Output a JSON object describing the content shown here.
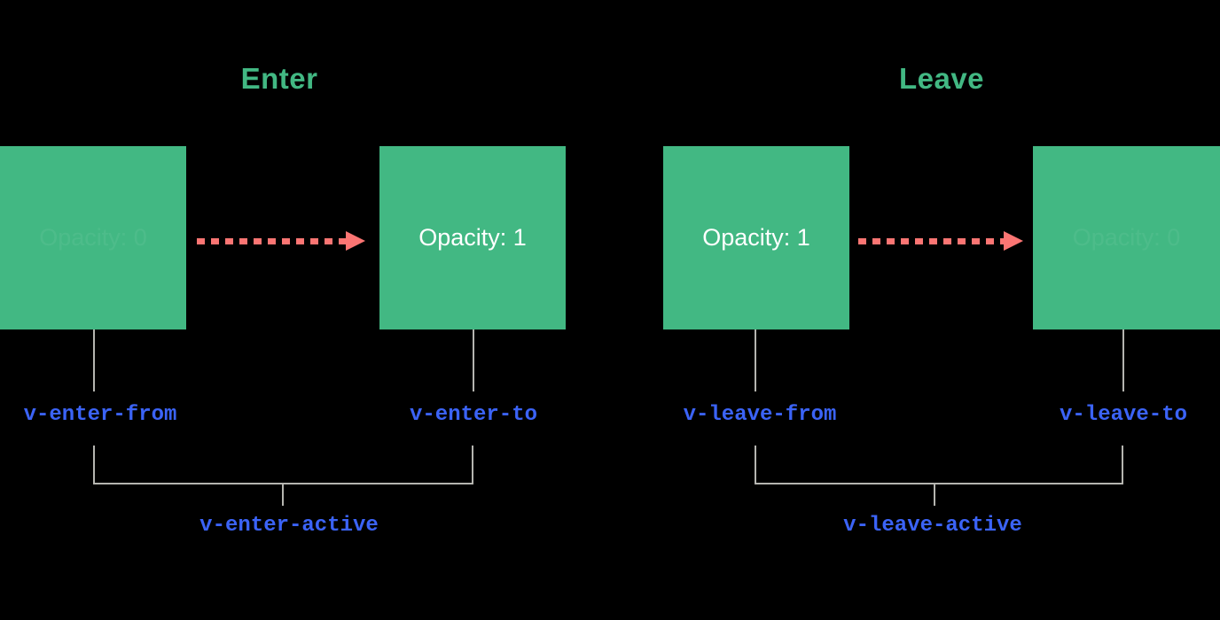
{
  "diagram": {
    "background_color": "#000000",
    "accent_green": "#42b883",
    "arrow_color": "#fb7573",
    "class_name_color": "#3b63f6",
    "connector_color": "#b5b5b0",
    "sections": [
      {
        "title": "Enter",
        "from_box": {
          "label": "Opacity: 0",
          "faded": true
        },
        "to_box": {
          "label": "Opacity: 1",
          "faded": false
        },
        "from_class": "v-enter-from",
        "to_class": "v-enter-to",
        "active_class": "v-enter-active"
      },
      {
        "title": "Leave",
        "from_box": {
          "label": "Opacity: 1",
          "faded": false
        },
        "to_box": {
          "label": "Opacity: 0",
          "faded": true
        },
        "from_class": "v-leave-from",
        "to_class": "v-leave-to",
        "active_class": "v-leave-active"
      }
    ]
  }
}
